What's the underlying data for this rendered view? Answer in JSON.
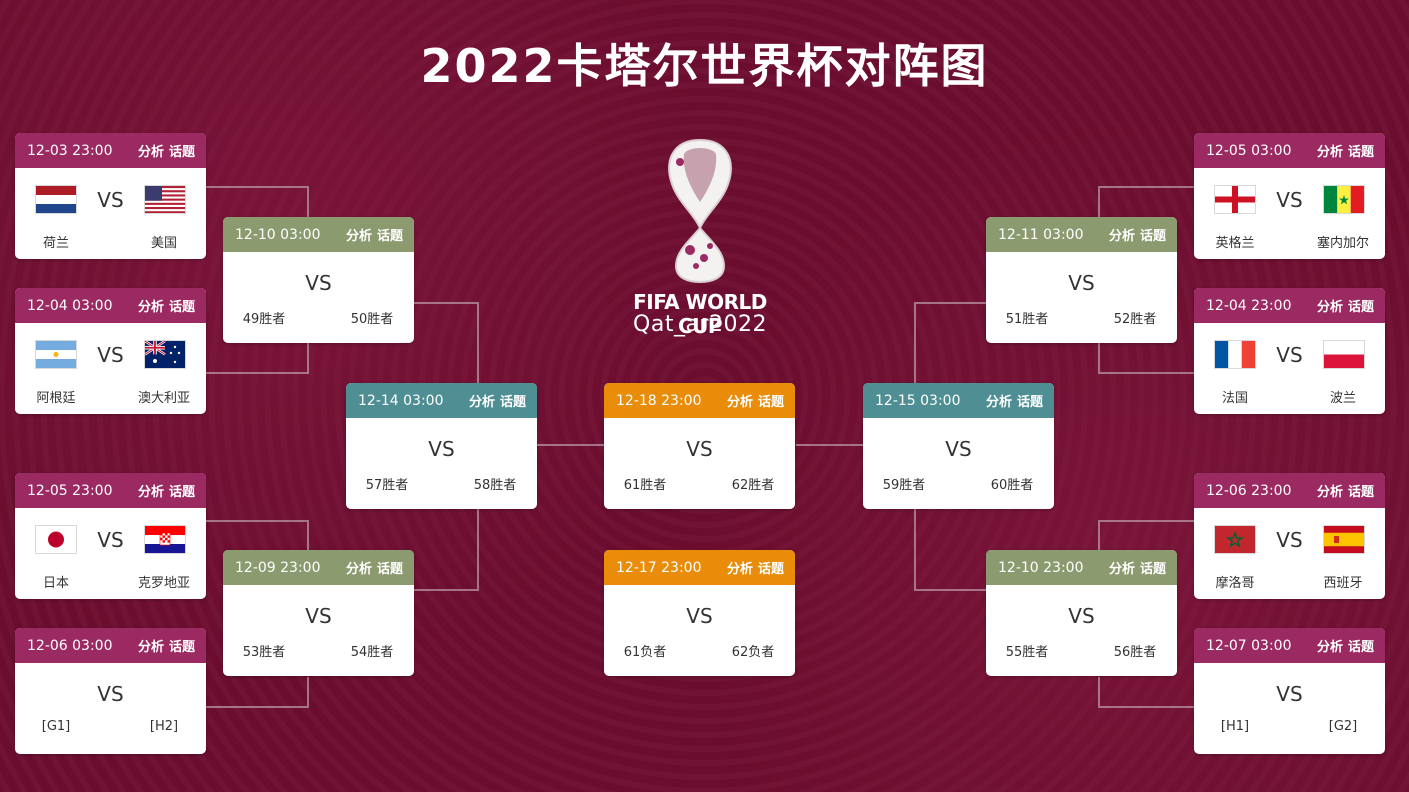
{
  "title": "2022卡塔尔世界杯对阵图",
  "logo": {
    "line1": "FIFA WORLD CUP",
    "line2": "Qat_ar2022"
  },
  "links": {
    "analysis": "分析",
    "topic": "话题"
  },
  "vs_label": "VS",
  "colors": {
    "background": "#6d0d2f",
    "r16": "#9b2a63",
    "qf": "#8c9a6f",
    "sf": "#4f8f93",
    "final": "#e88c0a"
  },
  "matches": {
    "l1": {
      "time": "12-03 23:00",
      "home": "荷兰",
      "away": "美国",
      "home_flag": "netherlands-flag-icon",
      "away_flag": "usa-flag-icon"
    },
    "l2": {
      "time": "12-04 03:00",
      "home": "阿根廷",
      "away": "澳大利亚",
      "home_flag": "argentina-flag-icon",
      "away_flag": "australia-flag-icon"
    },
    "l3": {
      "time": "12-05 23:00",
      "home": "日本",
      "away": "克罗地亚",
      "home_flag": "japan-flag-icon",
      "away_flag": "croatia-flag-icon"
    },
    "l4": {
      "time": "12-06 03:00",
      "home": "[G1]",
      "away": "[H2]"
    },
    "r1": {
      "time": "12-05 03:00",
      "home": "英格兰",
      "away": "塞内加尔",
      "home_flag": "england-flag-icon",
      "away_flag": "senegal-flag-icon"
    },
    "r2": {
      "time": "12-04 23:00",
      "home": "法国",
      "away": "波兰",
      "home_flag": "france-flag-icon",
      "away_flag": "poland-flag-icon"
    },
    "r3": {
      "time": "12-06 23:00",
      "home": "摩洛哥",
      "away": "西班牙",
      "home_flag": "morocco-flag-icon",
      "away_flag": "spain-flag-icon"
    },
    "r4": {
      "time": "12-07 03:00",
      "home": "[H1]",
      "away": "[G2]"
    },
    "qf_l1": {
      "time": "12-10 03:00",
      "home": "49胜者",
      "away": "50胜者"
    },
    "qf_l2": {
      "time": "12-09 23:00",
      "home": "53胜者",
      "away": "54胜者"
    },
    "qf_r1": {
      "time": "12-11 03:00",
      "home": "51胜者",
      "away": "52胜者"
    },
    "qf_r2": {
      "time": "12-10 23:00",
      "home": "55胜者",
      "away": "56胜者"
    },
    "sf_l": {
      "time": "12-14 03:00",
      "home": "57胜者",
      "away": "58胜者"
    },
    "sf_r": {
      "time": "12-15 03:00",
      "home": "59胜者",
      "away": "60胜者"
    },
    "final": {
      "time": "12-18 23:00",
      "home": "61胜者",
      "away": "62胜者"
    },
    "third": {
      "time": "12-17 23:00",
      "home": "61负者",
      "away": "62负者"
    }
  }
}
